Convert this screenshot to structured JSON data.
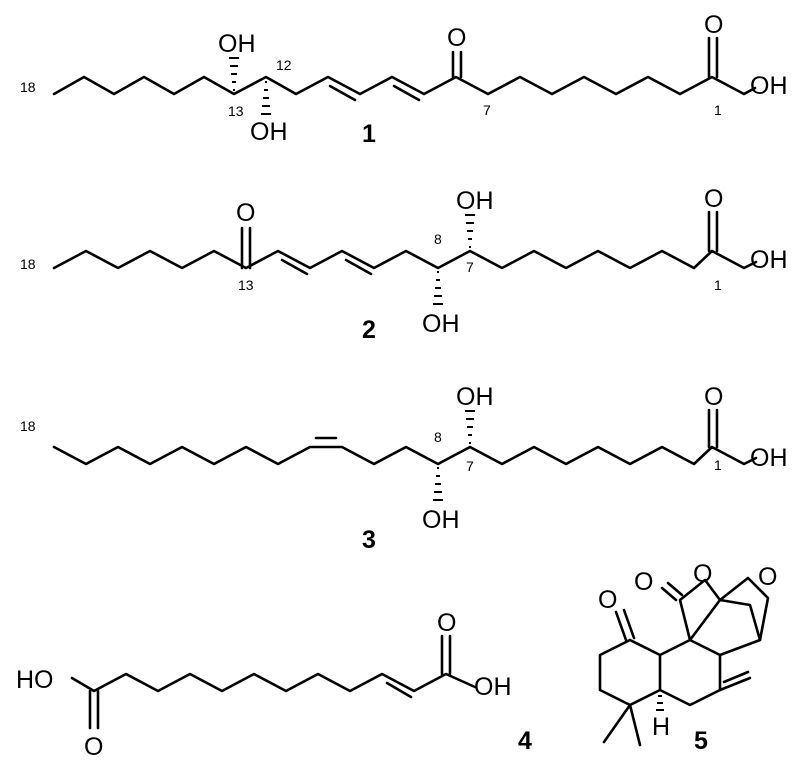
{
  "compounds": [
    {
      "id": "1",
      "atoms": {
        "oh_top": "OH",
        "oh_bottom": "OH",
        "ketone_o": "O",
        "acid_o": "O",
        "acid_oh": "OH"
      },
      "numbers": {
        "c18": "18",
        "c13": "13",
        "c12": "12",
        "c7": "7",
        "c1": "1"
      }
    },
    {
      "id": "2",
      "atoms": {
        "ketone_o": "O",
        "oh_top": "OH",
        "oh_bottom": "OH",
        "acid_o": "O",
        "acid_oh": "OH"
      },
      "numbers": {
        "c18": "18",
        "c13": "13",
        "c8": "8",
        "c7": "7",
        "c1": "1"
      }
    },
    {
      "id": "3",
      "atoms": {
        "oh_top": "OH",
        "oh_bottom": "OH",
        "acid_o": "O",
        "acid_oh": "OH"
      },
      "numbers": {
        "c18": "18",
        "c8": "8",
        "c7": "7",
        "c1": "1"
      }
    },
    {
      "id": "4",
      "atoms": {
        "ho_left": "HO",
        "o_left": "O",
        "o_right": "O",
        "oh_right": "OH"
      }
    },
    {
      "id": "5",
      "atoms": {
        "ketone_o": "O",
        "lactone_carbonyl_o": "O",
        "lactone_ring_o": "O",
        "furan_o": "O",
        "h": "H"
      }
    }
  ]
}
